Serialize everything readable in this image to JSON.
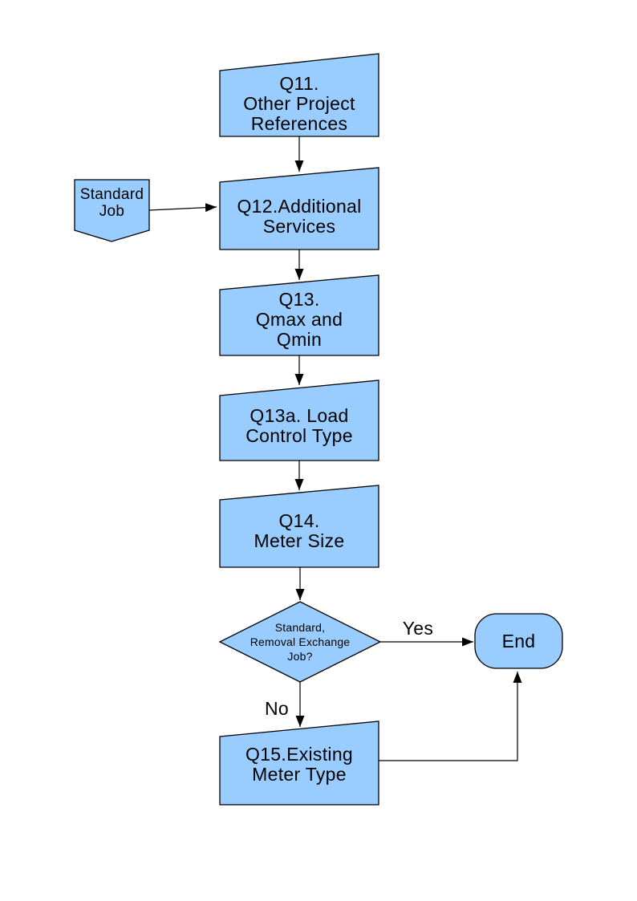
{
  "diagram": {
    "type": "flowchart",
    "colors": {
      "node_fill": "#99CCFF",
      "node_border": "#000000",
      "connector": "#000000",
      "text": "#000000",
      "background": "#FFFFFF"
    },
    "nodes": {
      "q11": {
        "label": "Q11.\nOther Project\nReferences",
        "shape": "skewed-rectangle"
      },
      "standard_job": {
        "label": "Standard\nJob",
        "shape": "pentagon-down"
      },
      "q12": {
        "label": "Q12.Additional\nServices",
        "shape": "skewed-rectangle"
      },
      "q13": {
        "label": "Q13.\nQmax and\nQmin",
        "shape": "skewed-rectangle"
      },
      "q13a": {
        "label": "Q13a. Load\nControl Type",
        "shape": "skewed-rectangle"
      },
      "q14": {
        "label": "Q14.\nMeter Size",
        "shape": "skewed-rectangle"
      },
      "decision": {
        "label": "Standard,\nRemoval Exchange\nJob?",
        "shape": "diamond"
      },
      "end": {
        "label": "End",
        "shape": "terminator"
      },
      "q15": {
        "label": "Q15.Existing\nMeter Type",
        "shape": "skewed-rectangle"
      }
    },
    "edges": {
      "q11_to_q12": {
        "label": ""
      },
      "standard_job_to_q12": {
        "label": ""
      },
      "q12_to_q13": {
        "label": ""
      },
      "q13_to_q13a": {
        "label": ""
      },
      "q13a_to_q14": {
        "label": ""
      },
      "q14_to_decision": {
        "label": ""
      },
      "decision_to_end": {
        "label": "Yes"
      },
      "decision_to_q15": {
        "label": "No"
      },
      "q15_to_end": {
        "label": ""
      }
    }
  }
}
